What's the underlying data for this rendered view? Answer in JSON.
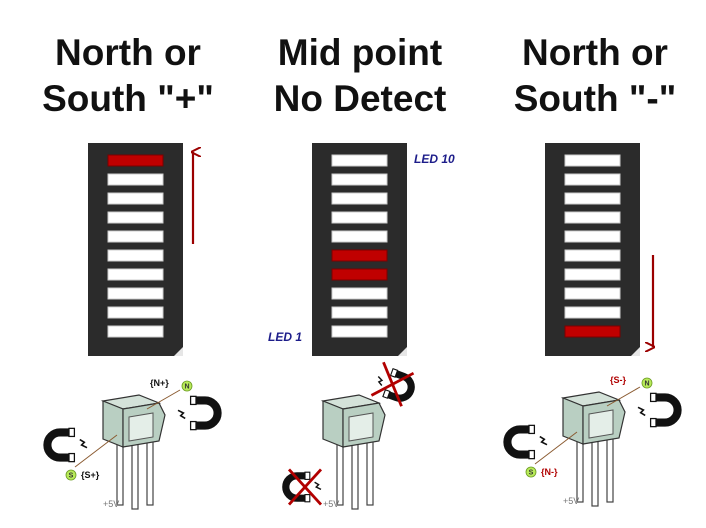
{
  "columns": [
    {
      "title_line1": "North or",
      "title_line2": "South \"+\"",
      "lit": [
        10
      ],
      "arrow": "up",
      "sensor": {
        "magnets": "active",
        "top_pole_label": "{N+}",
        "top_ball_letter": "N",
        "bottom_pole_label": "{S+}",
        "bottom_ball_letter": "S",
        "supply_label": "+5V"
      }
    },
    {
      "title_line1": "Mid point",
      "title_line2": "No Detect",
      "lit": [
        5,
        4
      ],
      "arrow": "none",
      "led_top_label": "LED 10",
      "led_bottom_label": "LED 1",
      "sensor": {
        "magnets": "crossed",
        "supply_label": "+5V"
      }
    },
    {
      "title_line1": "North or",
      "title_line2": "South \"-\"",
      "lit": [
        1
      ],
      "arrow": "down",
      "sensor": {
        "magnets": "active",
        "top_pole_label": "{S-}",
        "top_ball_letter": "N",
        "bottom_pole_label": "{N-}",
        "bottom_ball_letter": "S",
        "supply_label": "+5V"
      }
    }
  ],
  "colors": {
    "bar_frame": "#2b2b2b",
    "led_off": "#ffffff",
    "led_on": "#c00000",
    "arrow": "#9b0000",
    "cross": "#b20000",
    "sensor_body": "#b9cfc2",
    "ball": "#b8ea5a",
    "magnet_outline": "#111111"
  }
}
